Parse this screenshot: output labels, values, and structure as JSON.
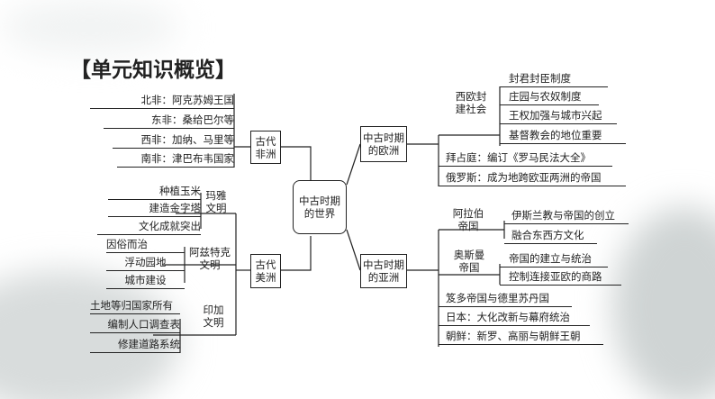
{
  "title": "【单元知识概览】",
  "center": "中古时期的世界",
  "africa": {
    "label": "古代非洲",
    "items": [
      "北非：阿克苏姆王国",
      "东非：桑给巴尔等",
      "西非：加纳、马里等",
      "南非：津巴布韦国家"
    ]
  },
  "america": {
    "label": "古代美洲",
    "maya": {
      "label": "玛雅文明",
      "items": [
        "种植玉米",
        "建造金字塔",
        "文化成就突出"
      ]
    },
    "aztec": {
      "label": "阿兹特克文明",
      "items": [
        "因俗而治",
        "浮动园地",
        "城市建设"
      ]
    },
    "inca": {
      "label": "印加文明",
      "items": [
        "土地等归国家所有",
        "编制人口调查表",
        "修建道路系统"
      ]
    }
  },
  "europe": {
    "label": "中古时期的欧洲",
    "west": {
      "label": "西欧封建社会",
      "items": [
        "封君封臣制度",
        "庄园与农奴制度",
        "王权加强与城市兴起",
        "基督教会的地位重要"
      ]
    },
    "items": [
      "拜占庭：编订《罗马民法大全》",
      "俄罗斯：成为地跨欧亚两洲的帝国"
    ]
  },
  "asia": {
    "label": "中古时期的亚洲",
    "arab": {
      "label": "阿拉伯帝国",
      "items": [
        "伊斯兰教与帝国的创立",
        "融合东西方文化"
      ]
    },
    "ottoman": {
      "label": "奥斯曼帝国",
      "items": [
        "帝国的建立与统治",
        "控制连接亚欧的商路"
      ]
    },
    "items": [
      "笈多帝国与德里苏丹国",
      "日本：大化改新与幕府统治",
      "朝鲜：新罗、高丽与朝鲜王朝"
    ]
  }
}
